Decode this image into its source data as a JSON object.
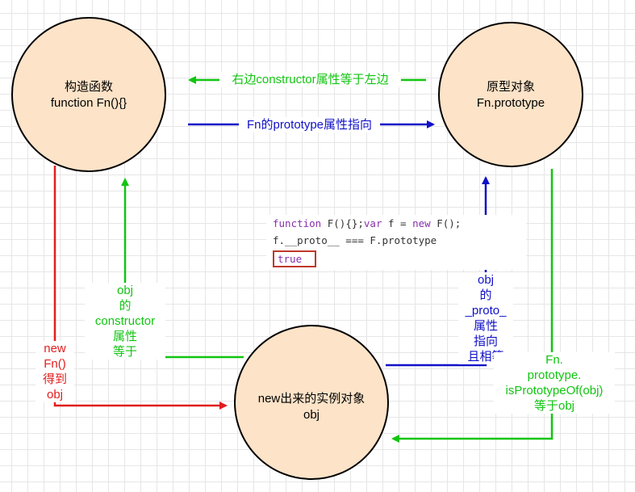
{
  "nodes": {
    "constructor": {
      "line1": "构造函数",
      "line2": "function Fn(){}"
    },
    "prototype": {
      "line1": "原型对象",
      "line2": "Fn.prototype"
    },
    "instance": {
      "line1": "new出来的实例对象",
      "line2": "obj"
    }
  },
  "labels": {
    "constructor_eq": "右边constructor属性等于左边",
    "fn_prototype": "Fn的prototype属性指向",
    "obj_constructor": [
      "obj",
      "的",
      "constructor",
      "属性",
      "等于"
    ],
    "new_fn": [
      "new",
      "Fn()",
      "得到",
      "obj"
    ],
    "obj_proto": [
      "obj",
      "的",
      "_proto_",
      "属性",
      "指向",
      "且相等"
    ],
    "is_prototype_of": [
      "Fn.",
      "prototype.",
      "isPrototypeOf(obj)",
      "等于obj"
    ]
  },
  "code": {
    "line1_kw1": "function",
    "line1_mid": " F(){};",
    "line1_kw2": "var",
    "line1_mid2": " f = ",
    "line1_kw3": "new",
    "line1_end": " F();",
    "line2": "f.__proto__ === F.prototype",
    "result": "true"
  },
  "colors": {
    "node_fill": "#fde3c8",
    "node_stroke": "#000000",
    "green": "#11c511",
    "blue": "#1010c8",
    "red": "#e21e1e"
  }
}
